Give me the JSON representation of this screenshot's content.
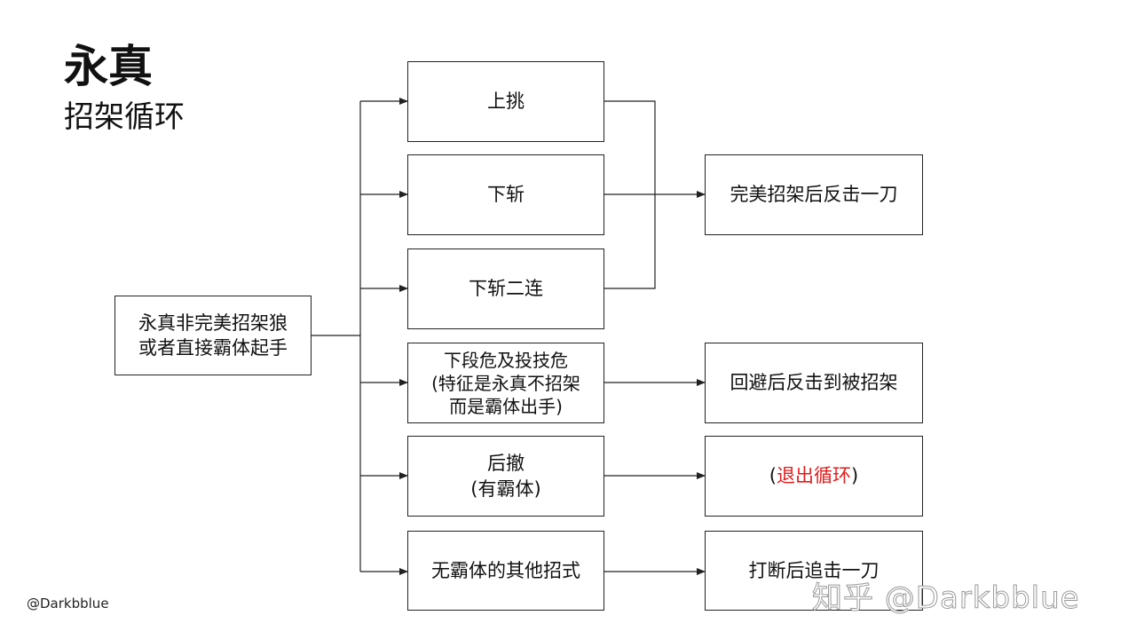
{
  "title": {
    "main": "永真",
    "sub": "招架循环"
  },
  "start": {
    "label": "永真非完美招架狼\n或者直接霸体起手"
  },
  "moves": [
    {
      "label": "上挑"
    },
    {
      "label": "下斩"
    },
    {
      "label": "下斩二连"
    },
    {
      "label": "下段危及投技危\n(特征是永真不招架\n而是霸体出手)"
    },
    {
      "label": "后撤\n(有霸体)"
    },
    {
      "label": "无霸体的其他招式"
    }
  ],
  "results": {
    "perfect_parry": "完美招架后反击一刀",
    "dodge_counter": "回避后反击到被招架",
    "exit_loop": {
      "open": "(",
      "text": "退出循环",
      "close": ")"
    },
    "interrupt": "打断后追击一刀"
  },
  "footer": {
    "credit": "@Darkbblue",
    "watermark": "知乎 @Darkbblue"
  },
  "colors": {
    "exit_text": "#e31b1b",
    "stroke": "#222222"
  }
}
